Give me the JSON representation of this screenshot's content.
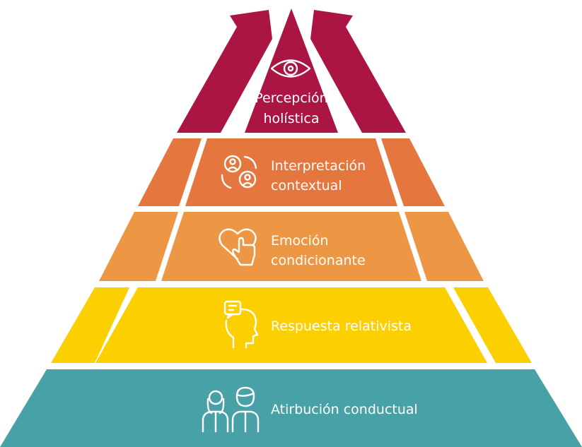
{
  "colors": {
    "level1": "#ab1543",
    "level2": "#e5763e",
    "level3": "#ed9745",
    "level4": "#fcd000",
    "level5": "#48a1a6",
    "separator": "#ffffff"
  },
  "levels": [
    {
      "icon": "eye-icon",
      "lines": [
        "Percepción",
        "holística"
      ]
    },
    {
      "icon": "people-cycle-icon",
      "lines": [
        "Interpretación",
        "contextual"
      ]
    },
    {
      "icon": "heart-hand-icon",
      "lines": [
        "Emoción",
        "condicionante"
      ]
    },
    {
      "icon": "head-speech-icon",
      "lines": [
        "Respuesta relativista"
      ]
    },
    {
      "icon": "two-people-icon",
      "lines": [
        "Atirbución conductual"
      ]
    }
  ]
}
